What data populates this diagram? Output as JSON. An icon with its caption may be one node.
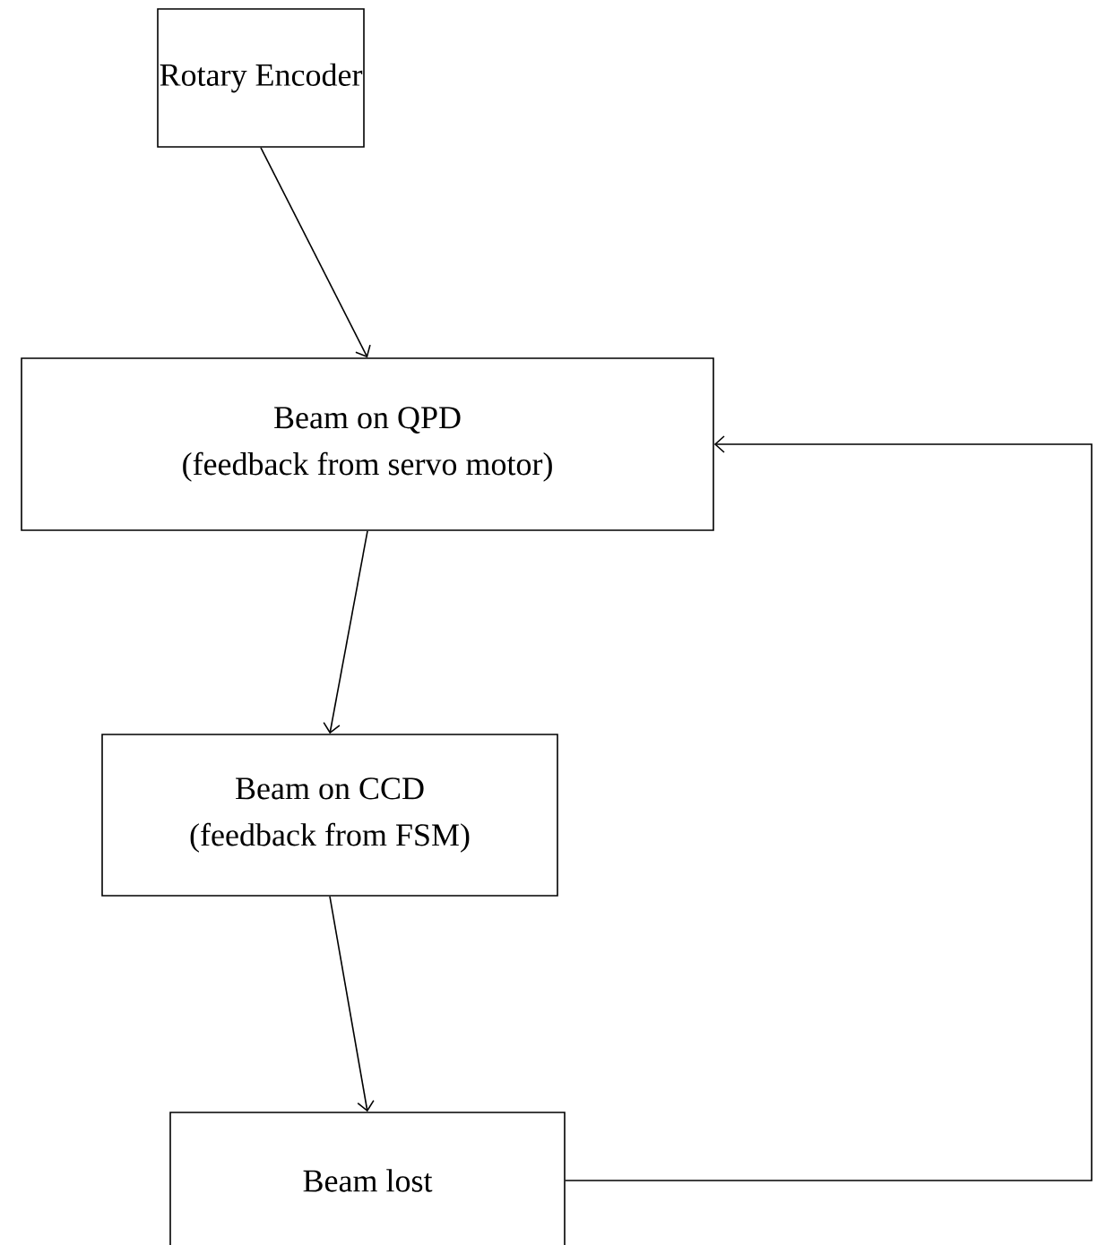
{
  "diagram": {
    "nodes": [
      {
        "text": [
          "Rotary Encoder"
        ]
      },
      {
        "text": [
          "Beam on QPD",
          "(feedback from servo motor)"
        ]
      },
      {
        "text": [
          "Beam on CCD",
          "(feedback from FSM)"
        ]
      },
      {
        "text": [
          "Beam lost"
        ]
      }
    ],
    "edges": [
      {
        "from": 0,
        "to": 1,
        "arrow": "to"
      },
      {
        "from": 1,
        "to": 2,
        "arrow": "to"
      },
      {
        "from": 2,
        "to": 3,
        "arrow": "to"
      },
      {
        "from": 3,
        "to": 1,
        "arrow": "to"
      }
    ]
  }
}
